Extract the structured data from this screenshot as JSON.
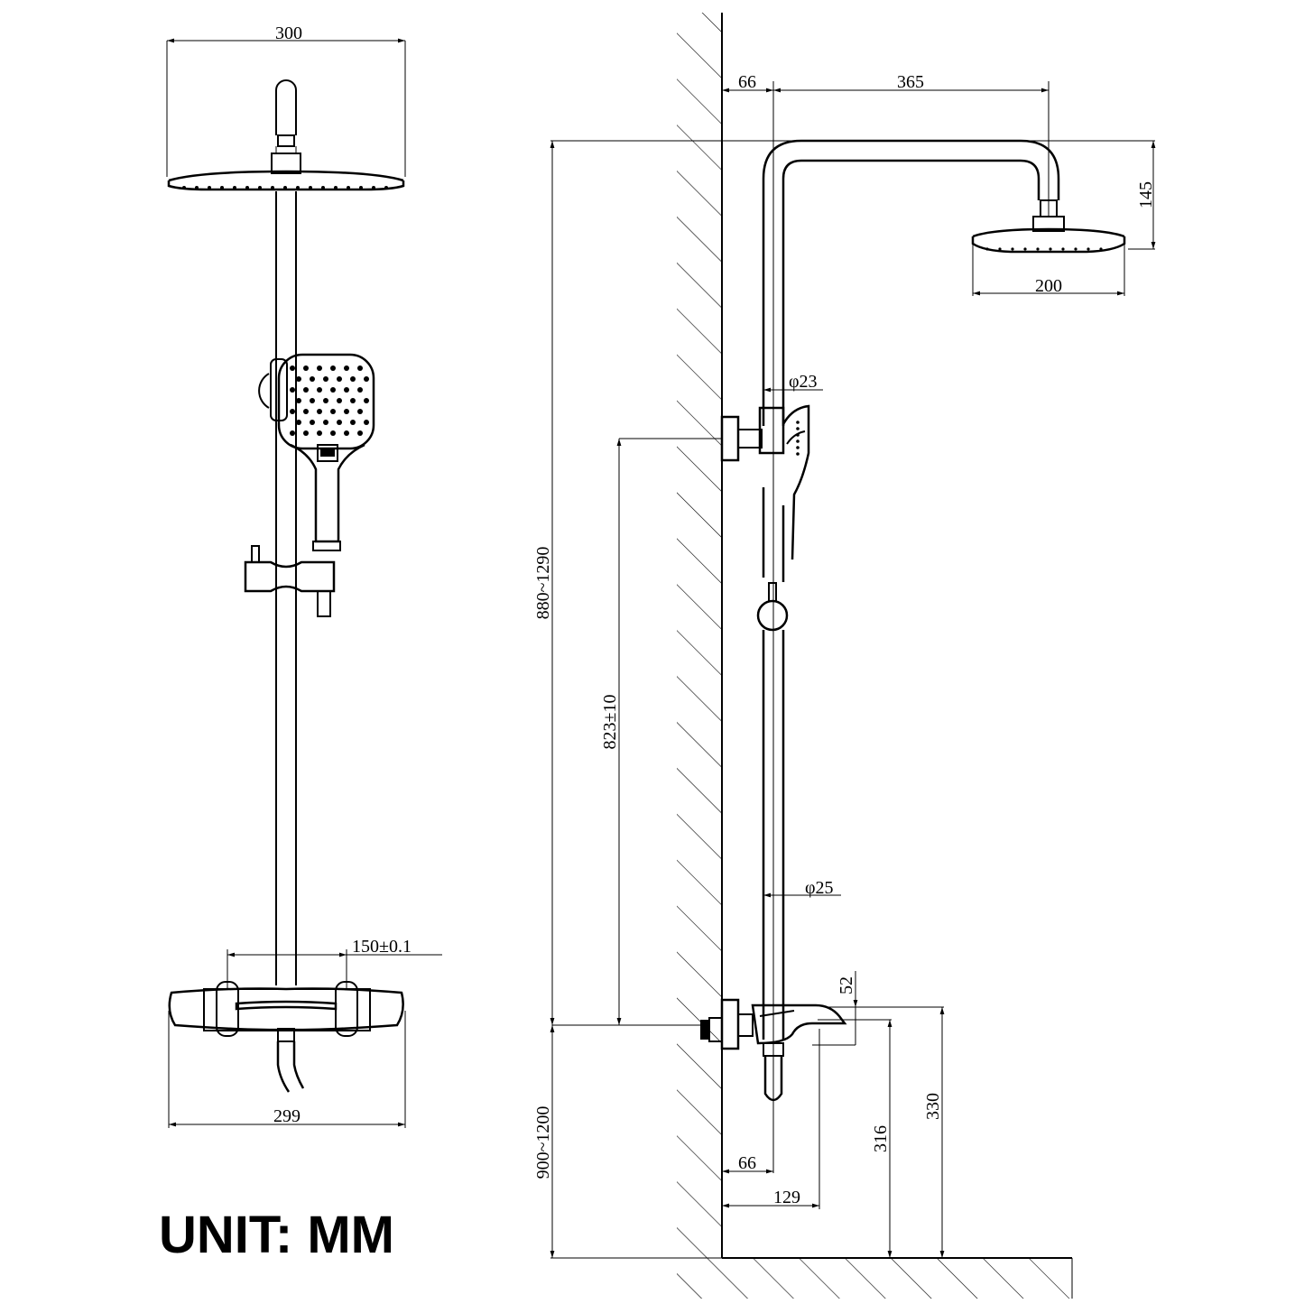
{
  "unit_label": "UNIT: MM",
  "front_view": {
    "head_width": "300",
    "valve_width": "299",
    "inlet_spacing": "150±0.1"
  },
  "side_view": {
    "wall_to_pipe_top": "66",
    "arm_reach": "365",
    "head_drop": "145",
    "head_diameter": "200",
    "upper_pipe_diameter": "φ23",
    "lower_pipe_diameter": "φ25",
    "bracket_to_valve": "823±10",
    "total_height_range": "880~1290",
    "valve_height_range": "900~1200",
    "valve_body_height": "52",
    "valve_outlet_height": "330",
    "spout_height": "316",
    "wall_to_pipe_bottom": "66",
    "spout_reach": "129"
  }
}
